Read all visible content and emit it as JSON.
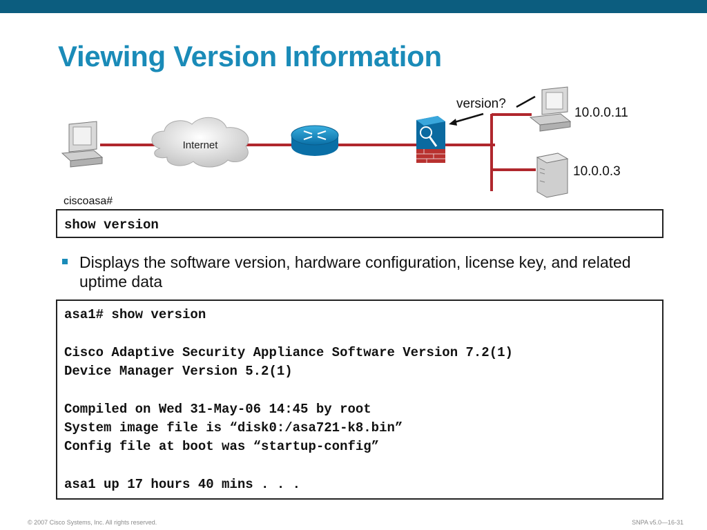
{
  "slide": {
    "title": "Viewing Version Information",
    "footer_left": "© 2007 Cisco Systems, Inc. All rights reserved.",
    "footer_right": "SNPA v5.0—16-31"
  },
  "diagram": {
    "cloud_label": "Internet",
    "query_label": "version?",
    "host_label": "10.0.0.11",
    "server_label": "10.0.0.3",
    "link_color": "#b0272d"
  },
  "command": {
    "prompt": "ciscoasa#",
    "text": "show version"
  },
  "bullet": {
    "text": "Displays the software version, hardware configuration, license key, and related uptime data"
  },
  "output": {
    "lines": [
      "asa1# show version",
      "",
      "Cisco Adaptive Security Appliance Software Version 7.2(1)",
      "Device Manager Version 5.2(1)",
      "",
      "Compiled on Wed 31-May-06 14:45 by root",
      "System image file is “disk0:/asa721-k8.bin”",
      "Config file at boot was “startup-config”",
      "",
      "asa1 up 17 hours 40 mins . . ."
    ]
  }
}
